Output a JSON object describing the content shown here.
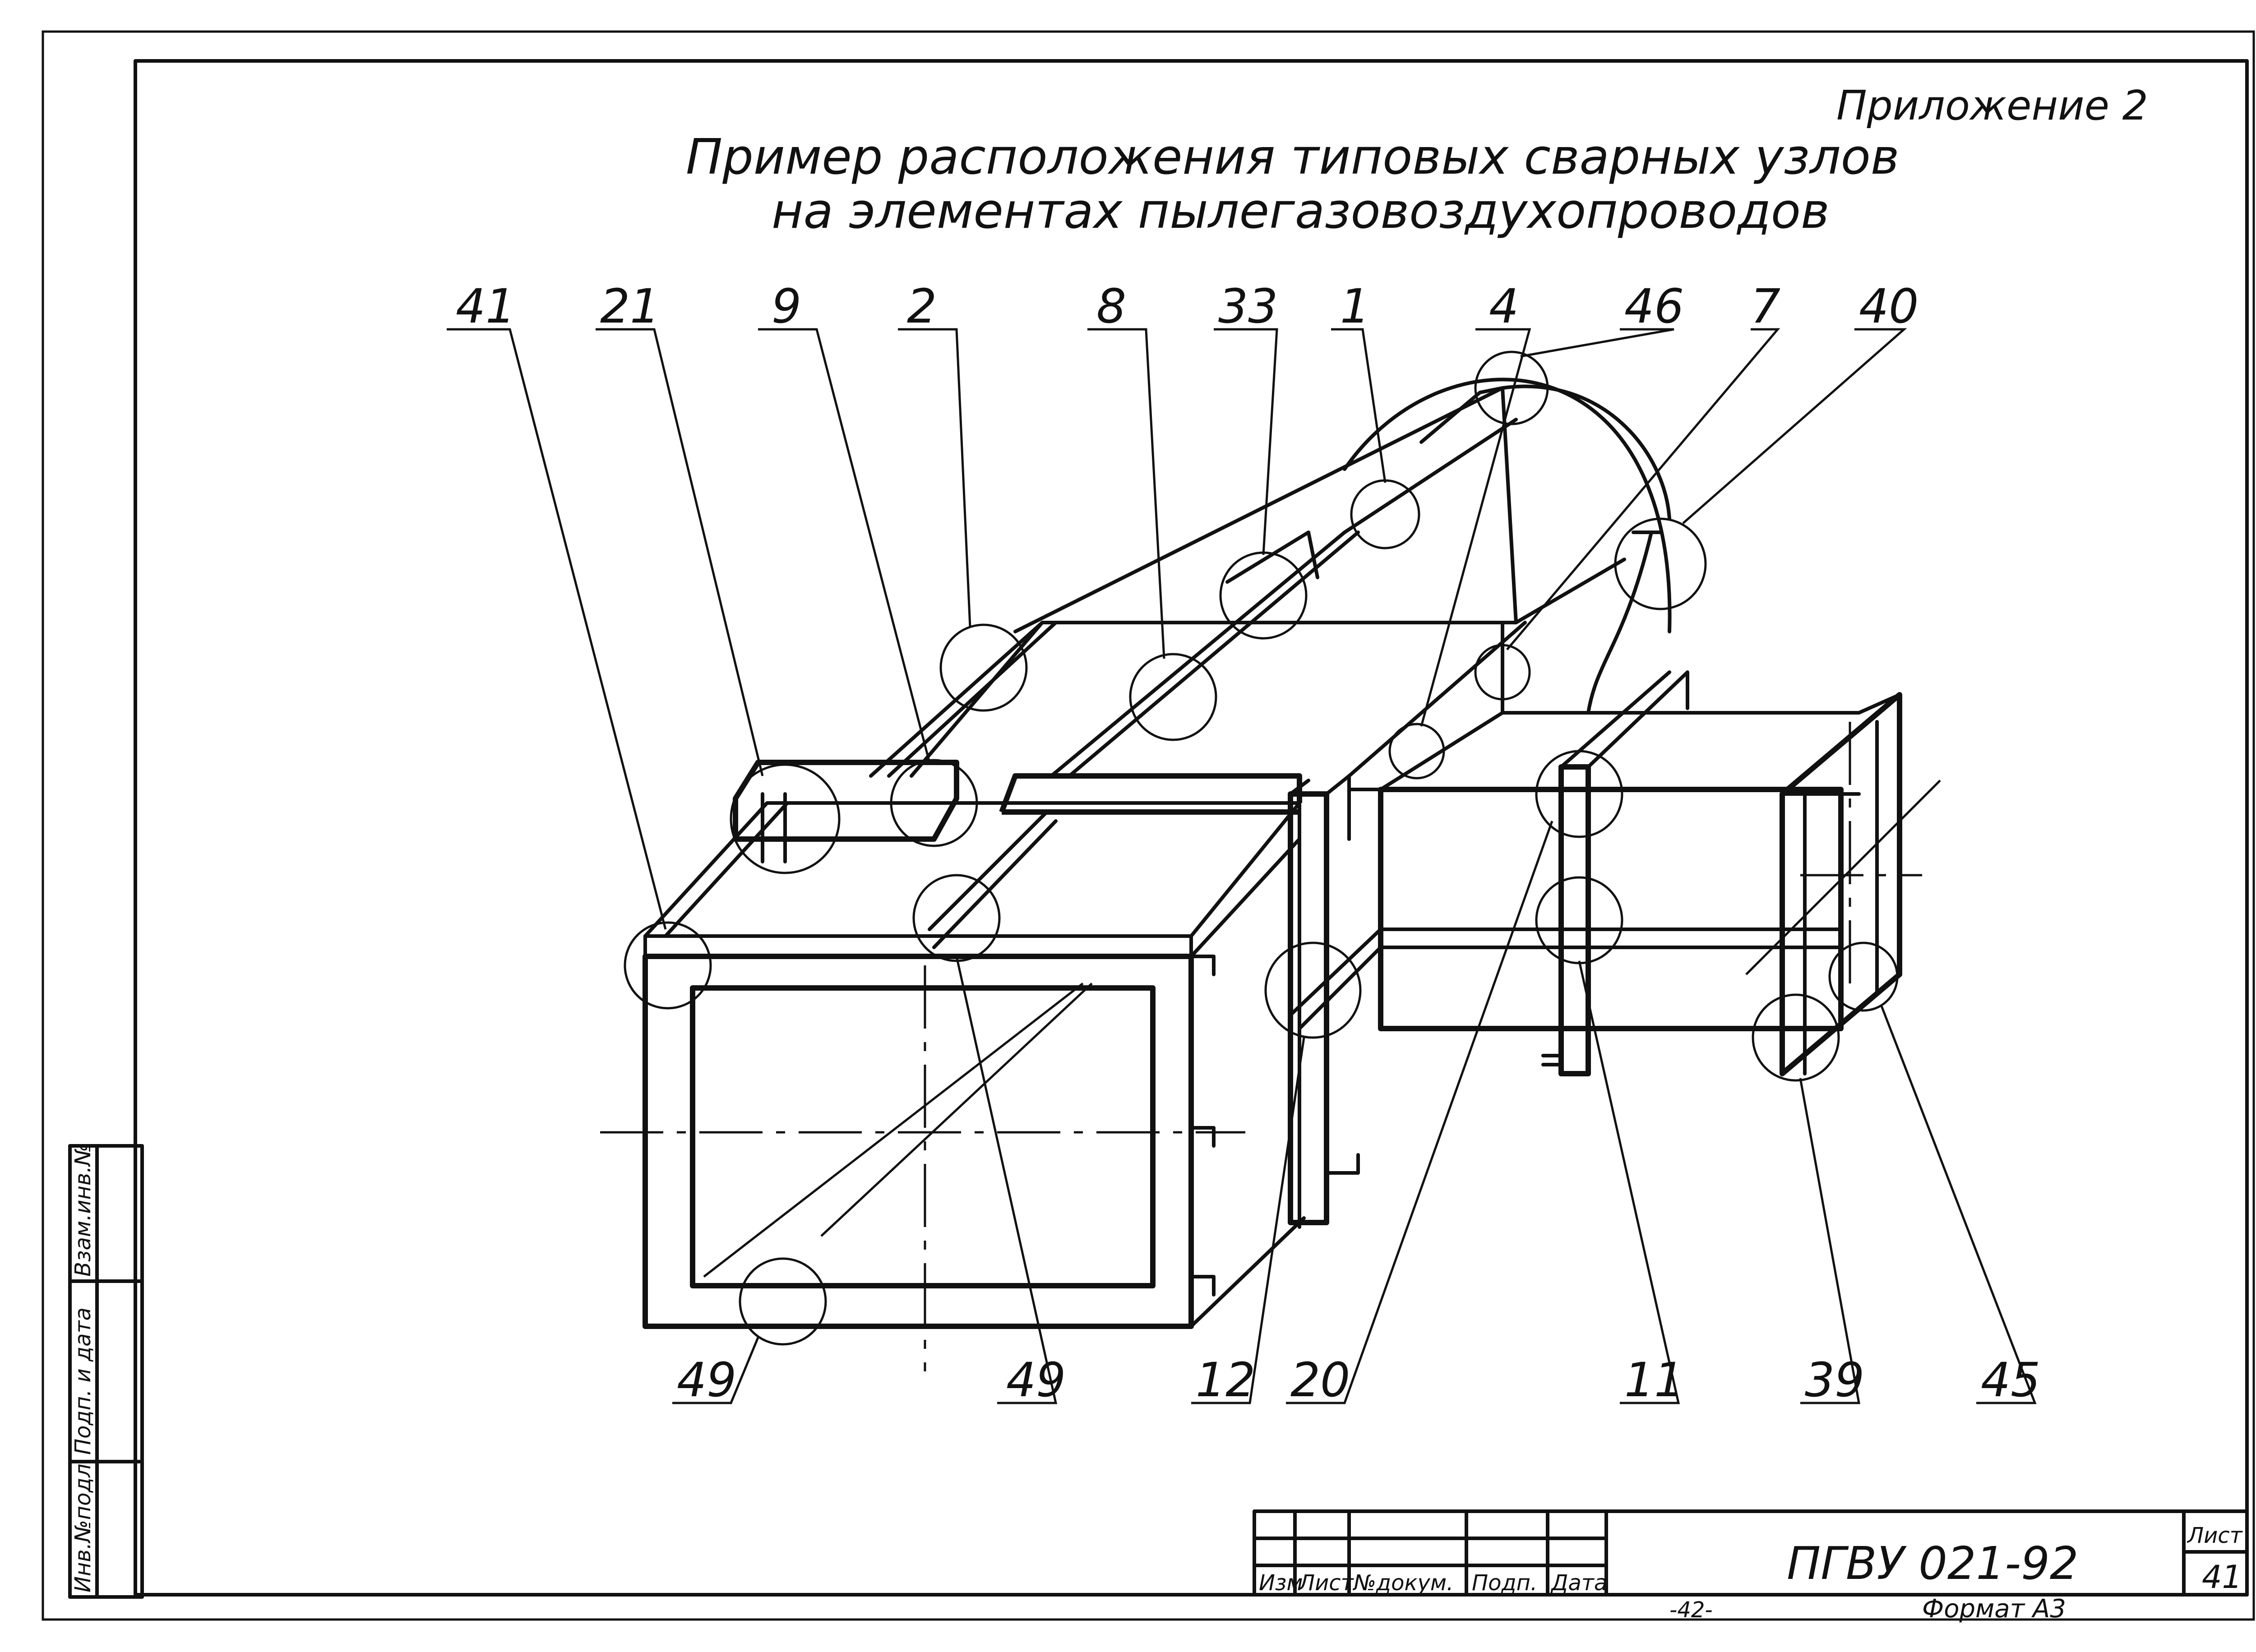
{
  "appendix": "Приложение 2",
  "title": {
    "line1": "Пример расположения типовых сварных узлов",
    "line2": "на элементах пылегазовоздухопроводов"
  },
  "callouts_top": [
    "41",
    "21",
    "9",
    "2",
    "8",
    "33",
    "1",
    "4",
    "46",
    "7",
    "40"
  ],
  "callouts_bottom": [
    "49",
    "49",
    "12",
    "20",
    "11",
    "39",
    "45"
  ],
  "side_stamp": [
    "Инв.№подл.",
    "Подп. и дата",
    "Взам.инв.№"
  ],
  "title_block": {
    "headers": [
      "Изм",
      "Лист",
      "№докум.",
      "Подп.",
      "Дата"
    ],
    "designation": "ПГВУ 021-92",
    "sheet_label": "Лист",
    "sheet_number": "41",
    "page": "-42-",
    "format": "Формат А3"
  }
}
